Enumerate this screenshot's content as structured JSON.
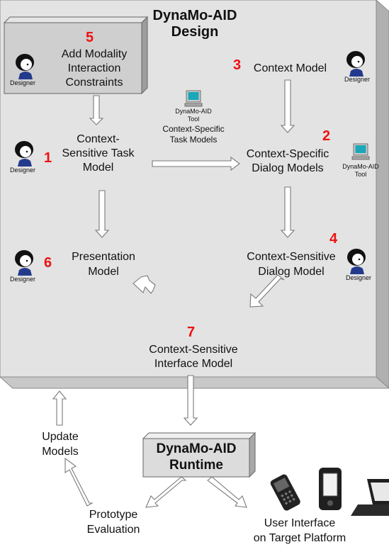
{
  "design": {
    "title_line1": "DynaMo-AID",
    "title_line2": "Design"
  },
  "runtime": {
    "title_line1": "DynaMo-AID",
    "title_line2": "Runtime"
  },
  "steps": {
    "s1": {
      "num": "1",
      "line1": "Context-",
      "line2": "Sensitive Task",
      "line3": "Model"
    },
    "s2": {
      "num": "2",
      "line1": "Context-Specific",
      "line2": "Dialog Models"
    },
    "s3": {
      "num": "3",
      "line1": "Context Model"
    },
    "s4": {
      "num": "4",
      "line1": "Context-Sensitive",
      "line2": "Dialog Model"
    },
    "s5": {
      "num": "5",
      "line1": "Add Modality",
      "line2": "Interaction",
      "line3": "Constraints"
    },
    "s6": {
      "num": "6",
      "line1": "Presentation",
      "line2": "Model"
    },
    "s7": {
      "num": "7",
      "line1": "Context-Sensitive",
      "line2": "Interface Model"
    }
  },
  "tool_center": {
    "line1": "DynaMo-AID",
    "line2": "Tool"
  },
  "tool_right": {
    "line1": "DynaMo-AID",
    "line2": "Tool"
  },
  "arrow_label": {
    "line1": "Context-Specific",
    "line2": "Task Models"
  },
  "designer_label": "Designer",
  "update_models": {
    "line1": "Update",
    "line2": "Models"
  },
  "prototype_eval": {
    "line1": "Prototype",
    "line2": "Evaluation"
  },
  "user_interface": {
    "line1": "User Interface",
    "line2": "on Target Platform"
  },
  "icons": {
    "designer": "designer-icon",
    "tool": "computer-icon",
    "devices": [
      "mobile-phone-icon",
      "pda-icon",
      "laptop-icon"
    ]
  },
  "colors": {
    "panel": "#e3e3e3",
    "panel_edge": "#b3b3b3",
    "box5": "#cfcfcf",
    "number": "#ee1111"
  }
}
